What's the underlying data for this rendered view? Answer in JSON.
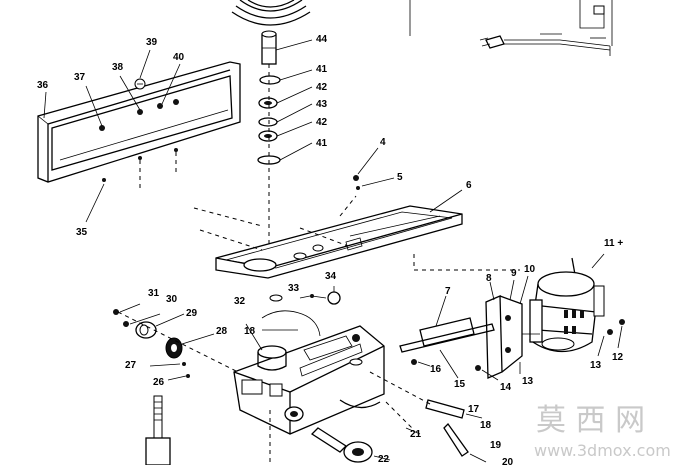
{
  "callouts": {
    "c44": "44",
    "c41a": "41",
    "c42a": "42",
    "c43": "43",
    "c42b": "42",
    "c41b": "41",
    "c39": "39",
    "c38": "38",
    "c40": "40",
    "c37": "37",
    "c36": "36",
    "c35": "35",
    "c4": "4",
    "c5": "5",
    "c6": "6",
    "c11": "11 +",
    "c8": "8",
    "c9": "9",
    "c10": "10",
    "c7": "7",
    "c34": "34",
    "c33": "33",
    "c32": "32",
    "c31": "31",
    "c30": "30",
    "c29": "29",
    "c28": "28",
    "c18a": "18",
    "c27": "27",
    "c26": "26",
    "c16": "16",
    "c15": "15",
    "c14": "14",
    "c13a": "13",
    "c13b": "13",
    "c12": "12",
    "c17": "17",
    "c18b": "18",
    "c19": "19",
    "c20": "20",
    "c21": "21",
    "c22": "22"
  },
  "watermark": {
    "chinese": "莫 西 网",
    "url": "www.3dmox.com"
  },
  "colors": {
    "ink": "#000000",
    "paper": "#ffffff",
    "watermark": "#c9c9c9"
  }
}
